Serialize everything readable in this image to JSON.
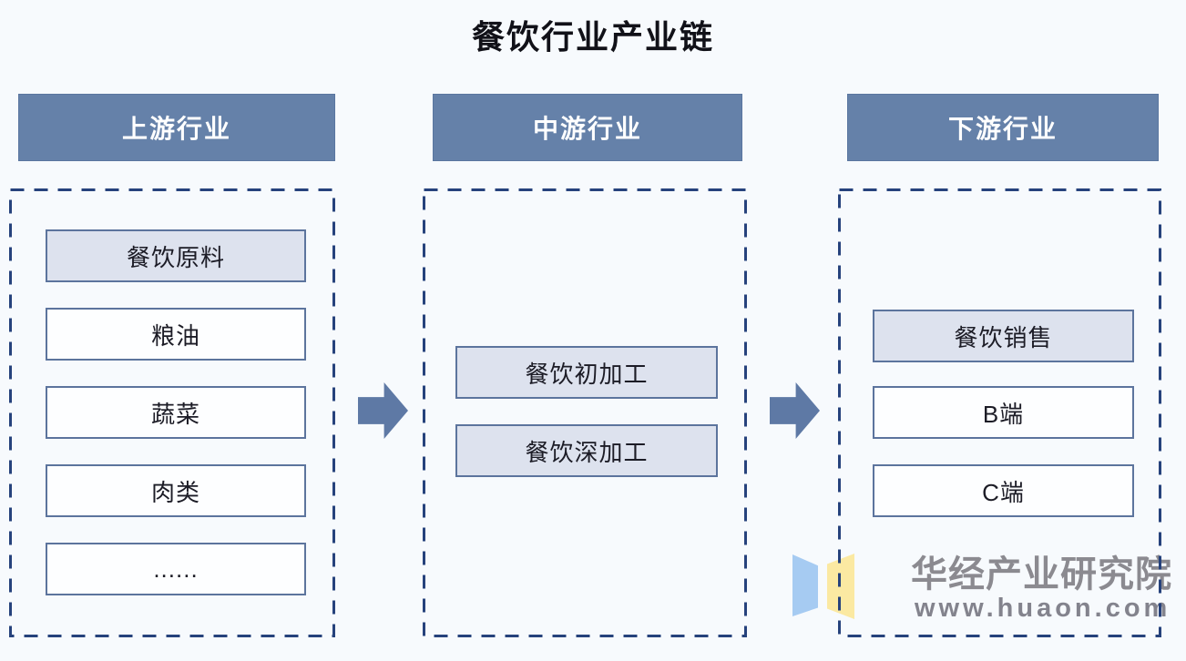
{
  "title": "餐饮行业产业链",
  "columns": [
    {
      "header": "上游行业",
      "items": [
        {
          "label": "餐饮原料",
          "highlighted": true
        },
        {
          "label": "粮油",
          "highlighted": false
        },
        {
          "label": "蔬菜",
          "highlighted": false
        },
        {
          "label": "肉类",
          "highlighted": false
        },
        {
          "label": "......",
          "highlighted": false
        }
      ]
    },
    {
      "header": "中游行业",
      "items": [
        {
          "label": "餐饮初加工",
          "highlighted": true
        },
        {
          "label": "餐饮深加工",
          "highlighted": true
        }
      ]
    },
    {
      "header": "下游行业",
      "items": [
        {
          "label": "餐饮销售",
          "highlighted": true
        },
        {
          "label": "B端",
          "highlighted": false
        },
        {
          "label": "C端",
          "highlighted": false
        }
      ]
    }
  ],
  "watermark": {
    "name": "华经产业研究院",
    "url": "www.huaon.com"
  },
  "colors": {
    "page_background": "#f7fafd",
    "header_background": "#6581a9",
    "highlight_box_background": "#dde2ee",
    "box_border": "#5c749d",
    "dashed_border": "#26427c",
    "arrow": "#5e79a5",
    "logo_blue": "#a6cbf2",
    "logo_yellow": "#fbe9a2",
    "watermark_text": "#8b8a90"
  }
}
